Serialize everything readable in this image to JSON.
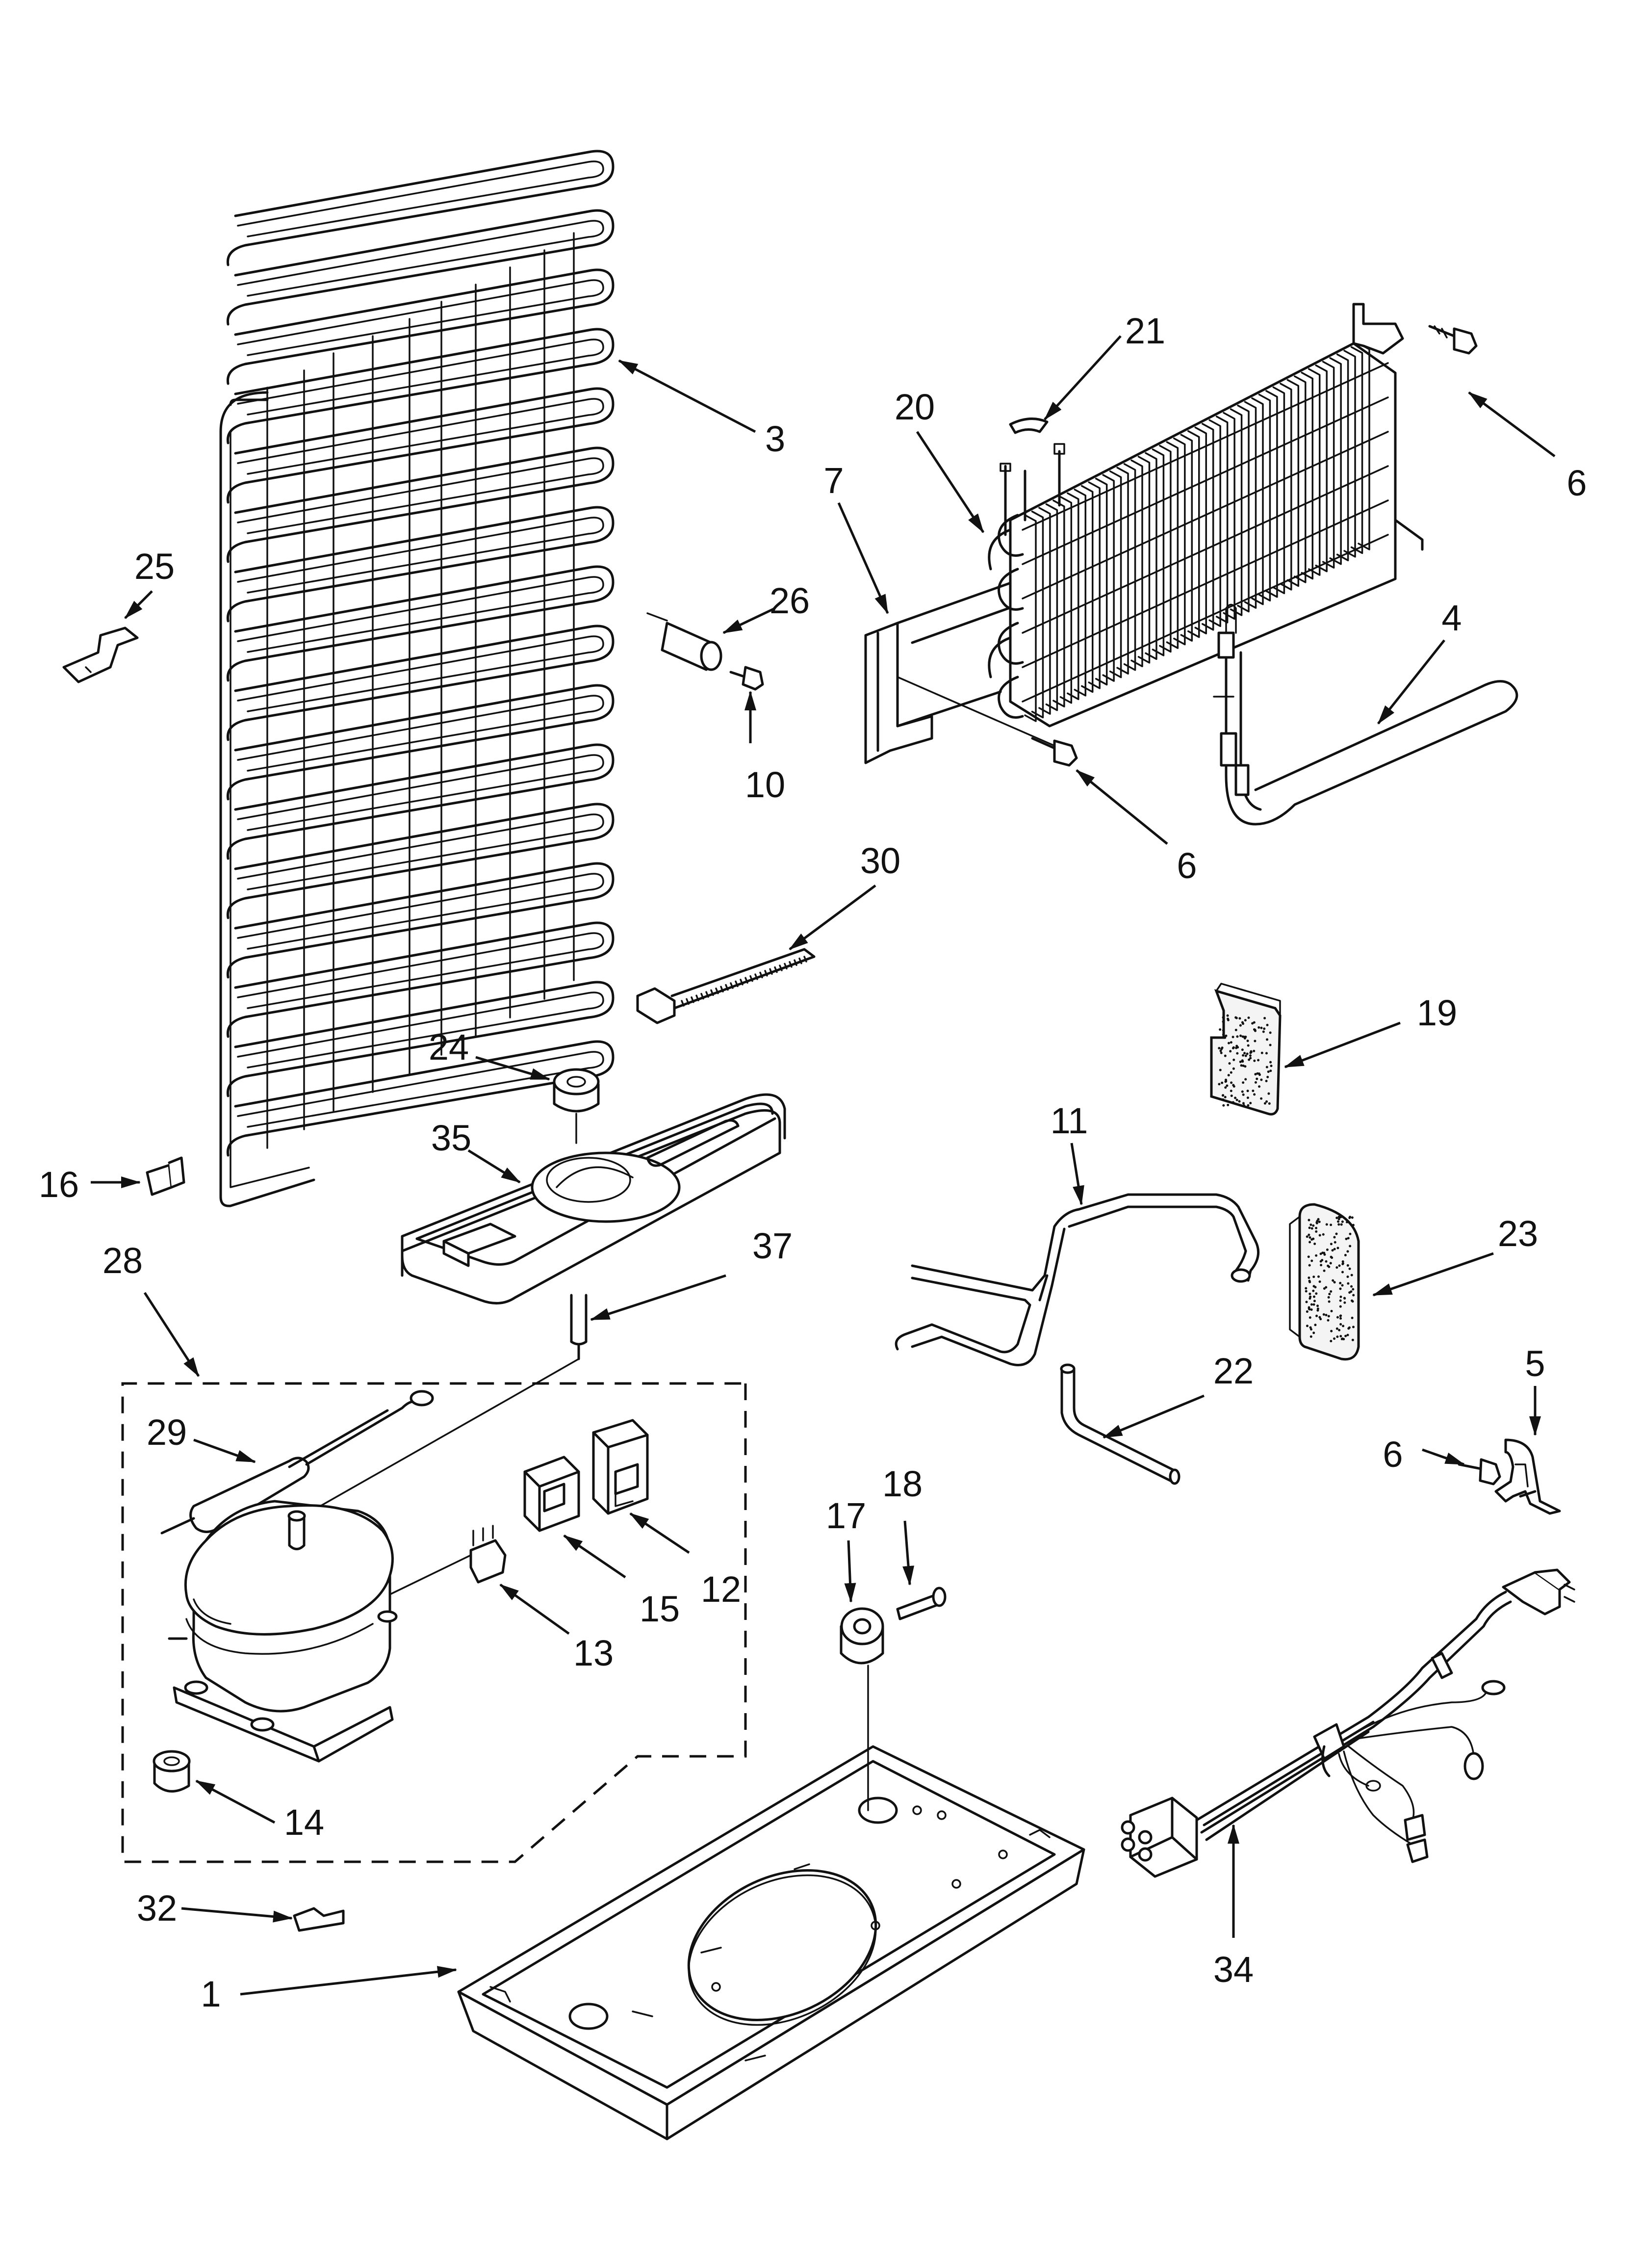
{
  "diagram": {
    "labels": [
      {
        "id": "p1",
        "text": "1"
      },
      {
        "id": "p3",
        "text": "3"
      },
      {
        "id": "p4",
        "text": "4"
      },
      {
        "id": "p5",
        "text": "5"
      },
      {
        "id": "p6a",
        "text": "6"
      },
      {
        "id": "p6b",
        "text": "6"
      },
      {
        "id": "p6c",
        "text": "6"
      },
      {
        "id": "p7",
        "text": "7"
      },
      {
        "id": "p10",
        "text": "10"
      },
      {
        "id": "p11",
        "text": "11"
      },
      {
        "id": "p12",
        "text": "12"
      },
      {
        "id": "p13",
        "text": "13"
      },
      {
        "id": "p14",
        "text": "14"
      },
      {
        "id": "p15",
        "text": "15"
      },
      {
        "id": "p16",
        "text": "16"
      },
      {
        "id": "p17",
        "text": "17"
      },
      {
        "id": "p18",
        "text": "18"
      },
      {
        "id": "p19",
        "text": "19"
      },
      {
        "id": "p20",
        "text": "20"
      },
      {
        "id": "p21",
        "text": "21"
      },
      {
        "id": "p22",
        "text": "22"
      },
      {
        "id": "p23",
        "text": "23"
      },
      {
        "id": "p24",
        "text": "24"
      },
      {
        "id": "p25",
        "text": "25"
      },
      {
        "id": "p26",
        "text": "26"
      },
      {
        "id": "p28",
        "text": "28"
      },
      {
        "id": "p29",
        "text": "29"
      },
      {
        "id": "p30",
        "text": "30"
      },
      {
        "id": "p32",
        "text": "32"
      },
      {
        "id": "p34",
        "text": "34"
      },
      {
        "id": "p35",
        "text": "35"
      },
      {
        "id": "p37",
        "text": "37"
      }
    ]
  }
}
